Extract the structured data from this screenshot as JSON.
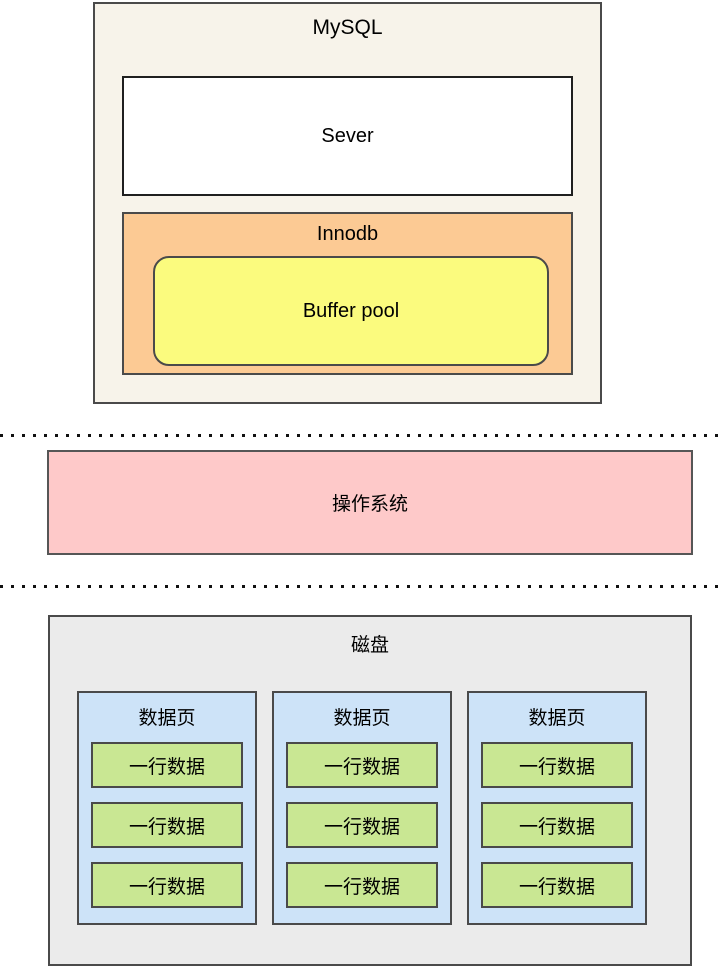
{
  "diagram": {
    "mysql": {
      "title": "MySQL",
      "server_label": "Sever",
      "innodb": {
        "title": "Innodb",
        "buffer_pool_label": "Buffer pool"
      }
    },
    "os_label": "操作系统",
    "disk": {
      "title": "磁盘",
      "pages": [
        {
          "title": "数据页",
          "rows": [
            "一行数据",
            "一行数据",
            "一行数据"
          ]
        },
        {
          "title": "数据页",
          "rows": [
            "一行数据",
            "一行数据",
            "一行数据"
          ]
        },
        {
          "title": "数据页",
          "rows": [
            "一行数据",
            "一行数据",
            "一行数据"
          ]
        }
      ]
    },
    "colors": {
      "mysql_bg": "#f7f3ea",
      "server_bg": "#ffffff",
      "innodb_bg": "#fcca94",
      "buffer_pool_bg": "#fbfb7e",
      "os_bg": "#fec9c9",
      "disk_bg": "#ebebeb",
      "data_page_bg": "#cde3f8",
      "data_row_bg": "#c9e793",
      "border": "#4a4a4a",
      "dotted_line": "#111111"
    }
  }
}
